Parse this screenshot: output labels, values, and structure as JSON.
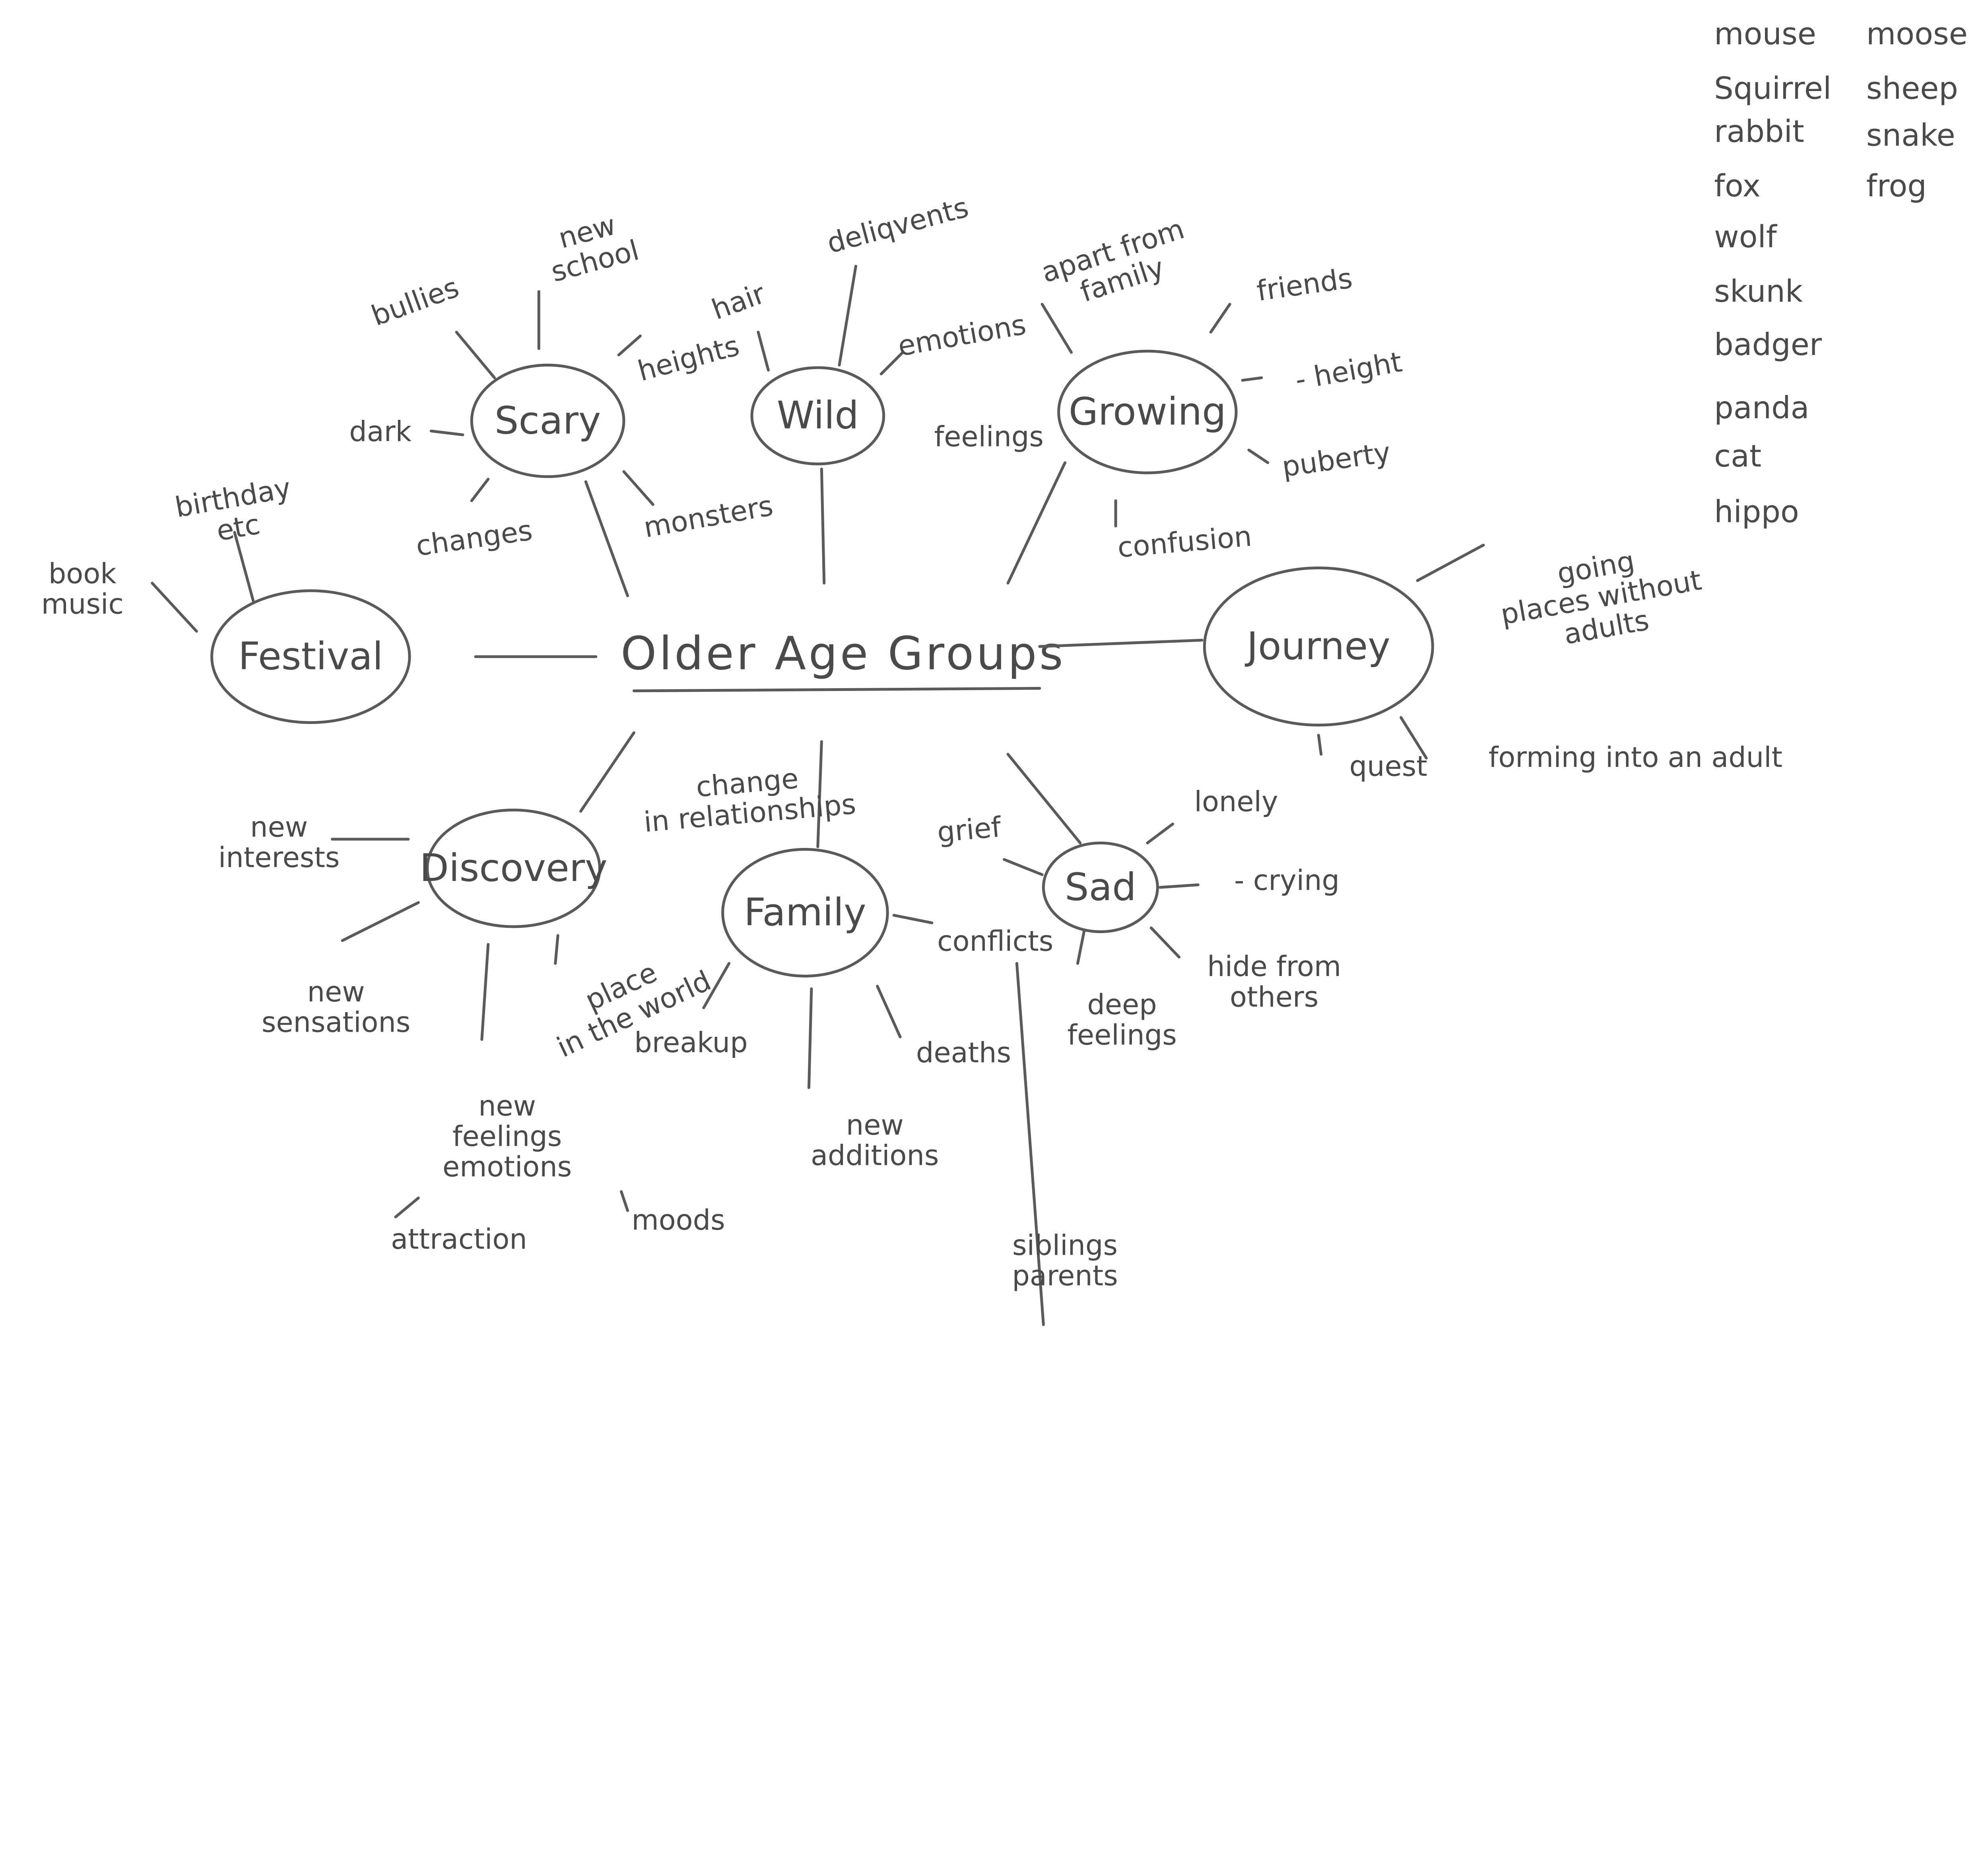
{
  "center": "Older Age Groups",
  "nodes": [
    {
      "label": "Scary",
      "leaves": [
        [
          "bullies"
        ],
        [
          "new",
          "school"
        ],
        [
          "heights"
        ],
        [
          "dark"
        ],
        [
          "changes"
        ],
        [
          "monsters"
        ]
      ]
    },
    {
      "label": "Wild",
      "leaves": [
        [
          "hair"
        ],
        [
          "deliqvents"
        ],
        [
          "emotions"
        ]
      ]
    },
    {
      "label": "Growing",
      "leaves": [
        [
          "apart from",
          "family"
        ],
        [
          "friends"
        ],
        [
          "- height"
        ],
        [
          "puberty"
        ],
        [
          "confusion"
        ],
        [
          "feelings"
        ]
      ]
    },
    {
      "label": "Festival",
      "leaves": [
        [
          "book",
          "music"
        ],
        [
          "birthday",
          "etc"
        ]
      ]
    },
    {
      "label": "Journey",
      "leaves": [
        [
          "going",
          "places without",
          "adults"
        ],
        [
          "quest"
        ],
        [
          "forming into an adult"
        ]
      ]
    },
    {
      "label": "Discovery",
      "leaves": [
        [
          "new",
          "interests"
        ],
        [
          "new",
          "sensations"
        ],
        [
          "new",
          "feelings",
          "emotions"
        ],
        [
          "attraction"
        ],
        [
          "moods"
        ],
        [
          "place",
          "in the world"
        ]
      ]
    },
    {
      "label": "Family",
      "leaves": [
        [
          "change",
          "in relationships"
        ],
        [
          "breakup"
        ],
        [
          "new",
          "additions"
        ],
        [
          "deaths"
        ],
        [
          "conflicts"
        ],
        [
          "siblings",
          "parents"
        ]
      ]
    },
    {
      "label": "Sad",
      "leaves": [
        [
          "grief"
        ],
        [
          "lonely"
        ],
        [
          "- crying"
        ],
        [
          "hide from",
          "others"
        ],
        [
          "deep",
          "feelings"
        ]
      ]
    }
  ],
  "animal_list": {
    "column_1": [
      "mouse",
      "Squirrel",
      "rabbit",
      "fox",
      "wolf",
      "skunk",
      "badger",
      "panda",
      "cat",
      "hippo"
    ],
    "column_2": [
      "moose",
      "sheep",
      "snake",
      "frog"
    ]
  }
}
